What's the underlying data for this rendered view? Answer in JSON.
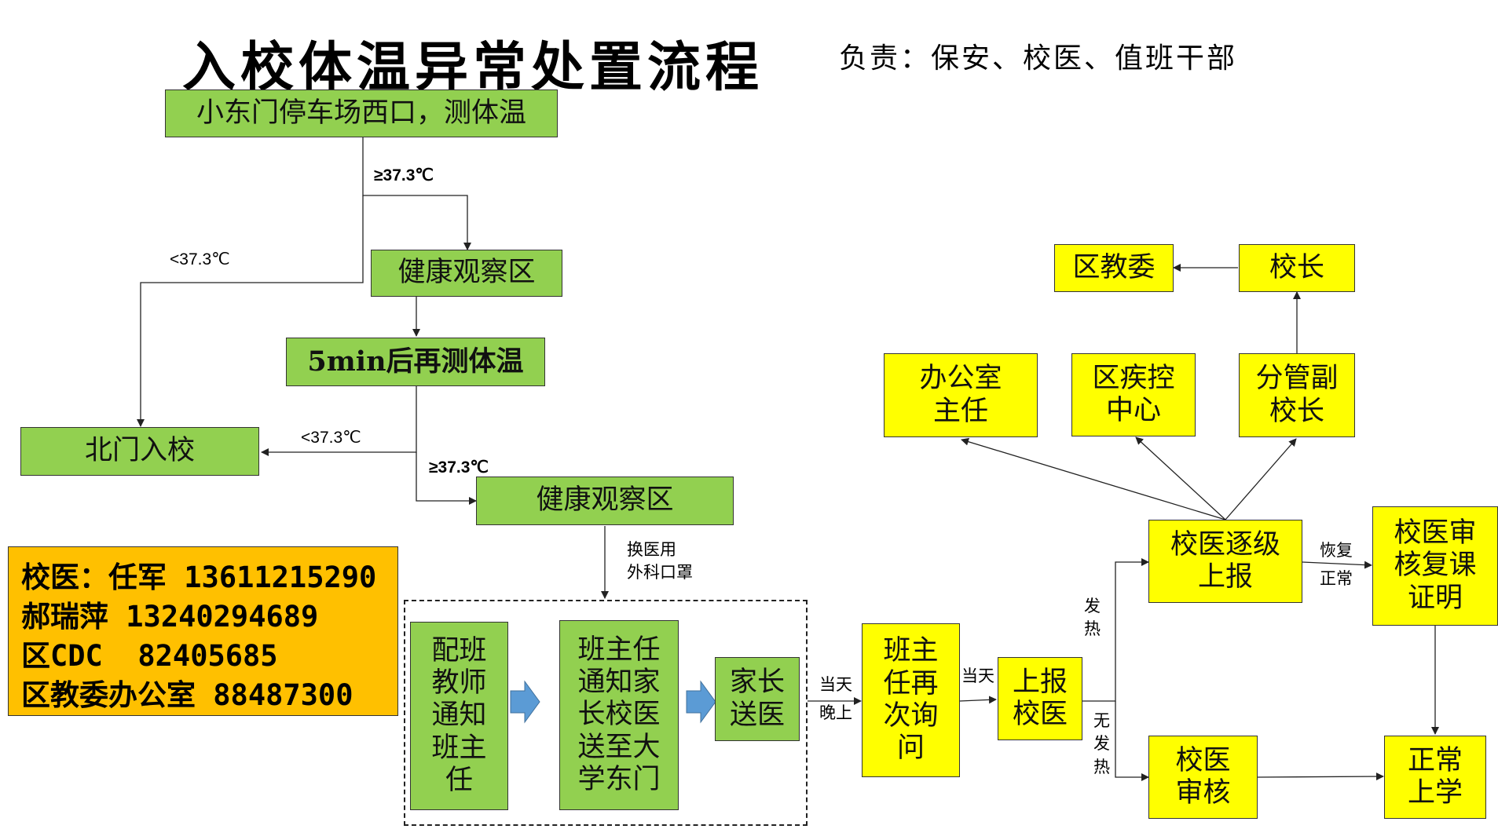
{
  "title": "入校体温异常处置流程",
  "responsible": "负责：保安、校医、值班干部",
  "nodes": {
    "start": "小东门停车场西口，测体温",
    "observe1": "健康观察区",
    "retest": "5min后再测体温",
    "north_gate": "北门入校",
    "observe2": "健康观察区",
    "teacher_notify": "配班教师通知班主任",
    "head_notify": "班主任通知家长校医送至大学东门",
    "parent_send": "家长送医",
    "head_ask": "班主任再次询问",
    "report_doctor": "上报校医",
    "doctor_report_up": "校医逐级上报",
    "office_director": "办公室主任",
    "district_cdc": "区疾控中心",
    "deputy_principal": "分管副校长",
    "principal": "校长",
    "district_edu": "区教委",
    "doctor_certify": "校医审核复课证明",
    "doctor_review": "校医审核",
    "normal_school": "正常上学"
  },
  "edges": {
    "ge373_a": "≥37.3℃",
    "lt373_a": "<37.3℃",
    "lt373_b": "<37.3℃",
    "ge373_b": "≥37.3℃",
    "mask_1": "换医用",
    "mask_2": "外科口罩",
    "same_day_night_1": "当天",
    "same_day_night_2": "晚上",
    "same_day": "当天",
    "fever_1": "发",
    "fever_2": "热",
    "no_fever_1": "无",
    "no_fever_2": "发",
    "no_fever_3": "热",
    "recovered_1": "恢复",
    "recovered_2": "正常"
  },
  "contacts": [
    "校医：任军 13611215290",
    "郝瑞萍 13240294689",
    "区CDC  82405685",
    "区教委办公室 88487300"
  ],
  "colors": {
    "green_box": "#92d050",
    "yellow_box": "#ffff00",
    "orange_box": "#ffc000",
    "arrow_blue": "#5b9bd5"
  }
}
